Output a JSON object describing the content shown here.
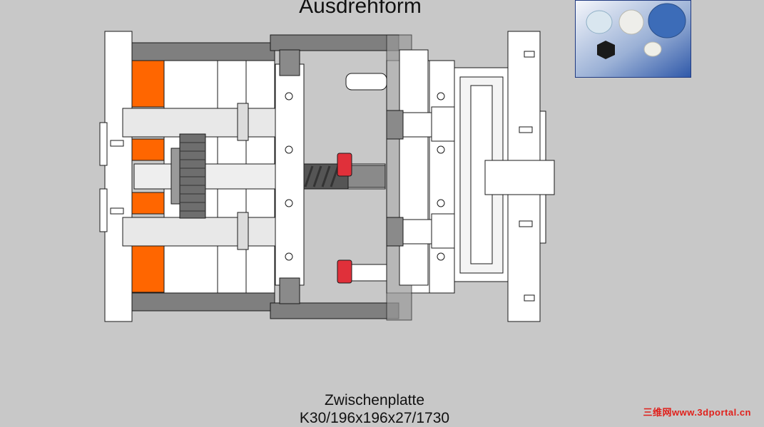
{
  "title": "Ausdrehform",
  "caption": {
    "line1": "Zwischenplatte",
    "line2": "K30/196x196x27/1730"
  },
  "watermark": "三维网www.3dportal.cn",
  "colors": {
    "background": "#c8c8c8",
    "plate_white": "#ffffff",
    "plate_gray": "#7f7f7f",
    "orange_plate": "#ff6600",
    "red_part": "#e0303a",
    "outline": "#1a1a1a"
  },
  "thumbnail": {
    "background": "#2c56a8",
    "icon": "molded-caps-photo"
  }
}
